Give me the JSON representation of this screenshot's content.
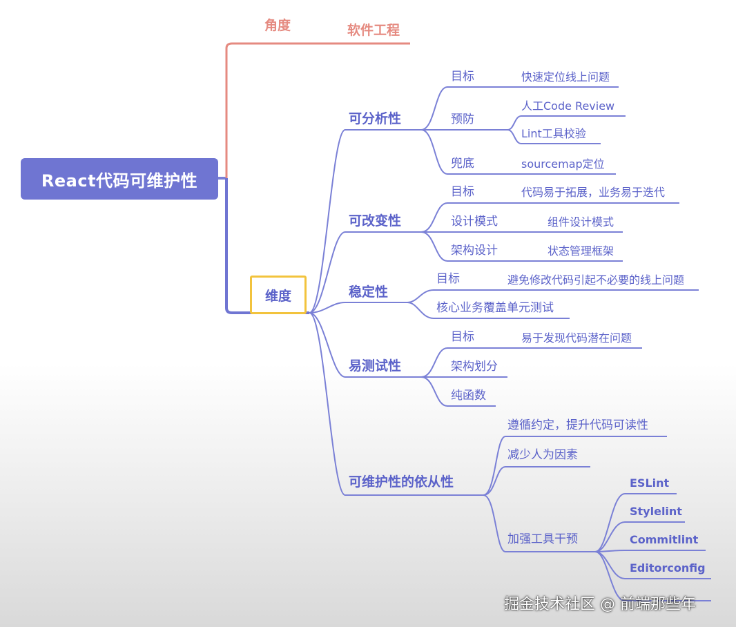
{
  "root": "React代码可维护性",
  "angle": {
    "label": "角度",
    "value": "软件工程"
  },
  "dimension": "维度",
  "branches": {
    "analyzable": {
      "label": "可分析性",
      "goal": "目标",
      "goal_text": "快速定位线上问题",
      "prevent": "预防",
      "prevent_a": "人工Code Review",
      "prevent_b": "Lint工具校验",
      "fallback": "兜底",
      "fallback_text": "sourcemap定位"
    },
    "changeable": {
      "label": "可改变性",
      "goal": "目标",
      "goal_text": "代码易于拓展，业务易于迭代",
      "pattern": "设计模式",
      "pattern_text": "组件设计模式",
      "arch": "架构设计",
      "arch_text": "状态管理框架"
    },
    "stable": {
      "label": "稳定性",
      "goal": "目标",
      "goal_text": "避免修改代码引起不必要的线上问题",
      "unit_test": "核心业务覆盖单元测试"
    },
    "testable": {
      "label": "易测试性",
      "goal": "目标",
      "goal_text": "易于发现代码潜在问题",
      "arch_split": "架构划分",
      "pure_fn": "纯函数"
    },
    "compliance": {
      "label": "可维护性的依从性",
      "convention": "遵循约定，提升代码可读性",
      "reduce_human": "减少人为因素",
      "tools_label": "加强工具干预",
      "tools": [
        "ESLint",
        "Stylelint",
        "Commitlint",
        "Editorconfig"
      ]
    }
  },
  "watermark": "掘金技术社区 @ 前端那些年",
  "colors": {
    "line": "#7a80d6",
    "salmon": "#e58a80",
    "root": "#6f75d2",
    "highlight": "#f2c33d"
  }
}
